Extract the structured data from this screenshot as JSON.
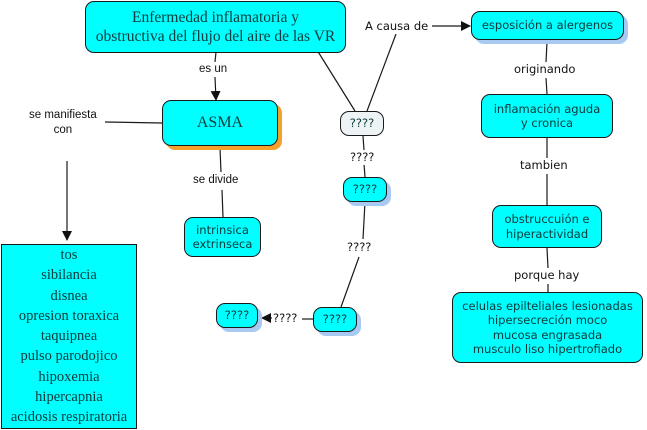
{
  "colors": {
    "node_fill": "#00ffff",
    "node_fill_grey": "#eef3f5",
    "node_border": "#1a1a1a",
    "shadow_blue": "#a7c9f2",
    "shadow_orange": "#f4a02a",
    "link": "#1a1a1a"
  },
  "concepts": {
    "definition": {
      "lines": [
        "Enfermedad inflamatoria y",
        "obstructiva del flujo del aire de las VR"
      ]
    },
    "asma": {
      "lines": [
        "ASMA"
      ]
    },
    "types": {
      "lines": [
        "intrinsica",
        "extrinseca"
      ]
    },
    "symptoms": {
      "lines": [
        "tos",
        "sibilancia",
        "disnea",
        "opresion toraxica",
        "taquipnea",
        "pulso parodojico",
        "hipoxemia",
        "hipercapnia",
        "acidosis respiratoria"
      ]
    },
    "unknown_grey": {
      "lines": [
        "????"
      ]
    },
    "unknown_2": {
      "lines": [
        "????"
      ]
    },
    "unknown_3": {
      "lines": [
        "????"
      ]
    },
    "unknown_4": {
      "lines": [
        "????"
      ]
    },
    "exposure": {
      "lines": [
        "esposición a alergenos"
      ]
    },
    "inflammation": {
      "lines": [
        "inflamación aguda",
        "y cronica"
      ]
    },
    "obstruction": {
      "lines": [
        "obstruccuión e",
        "hiperactividad"
      ]
    },
    "cells": {
      "lines": [
        "celulas epilteliales lesionadas",
        "hipersecreción moco",
        "mucosa engrasada",
        "musculo liso hipertrofiado"
      ]
    }
  },
  "linking_phrases": {
    "es_un": "es un",
    "se_manifiesta_con": [
      "se manifiesta",
      "con"
    ],
    "se_divide": "se divide",
    "a_causa_de": "A causa de",
    "originando": "originando",
    "tambien": "tambien",
    "porque_hay": "porque hay",
    "unknown_link_1": "????",
    "unknown_link_2": "????",
    "unknown_link_3": "????"
  }
}
